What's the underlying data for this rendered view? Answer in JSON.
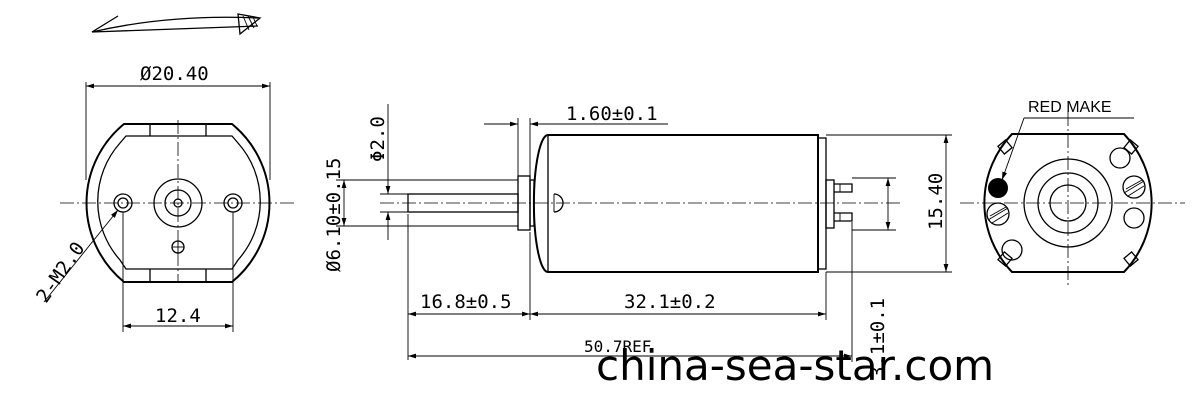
{
  "dimensions": {
    "front_diameter": "Ø20.40",
    "mount_holes": "2-M2.0",
    "hole_spacing": "12.4",
    "flat_width": "1.60±0.1",
    "shaft_diameter": "Φ2.0",
    "boss_diameter": "Ø6.10±0.15",
    "body_height": "15.40",
    "shaft_length": "16.8±0.5",
    "body_length": "32.1±0.2",
    "overall_length": "50.7REF",
    "terminal_offset": "3.1±0.1"
  },
  "labels": {
    "red_mark": "RED MAKE"
  },
  "watermark": "china-sea-star.com"
}
